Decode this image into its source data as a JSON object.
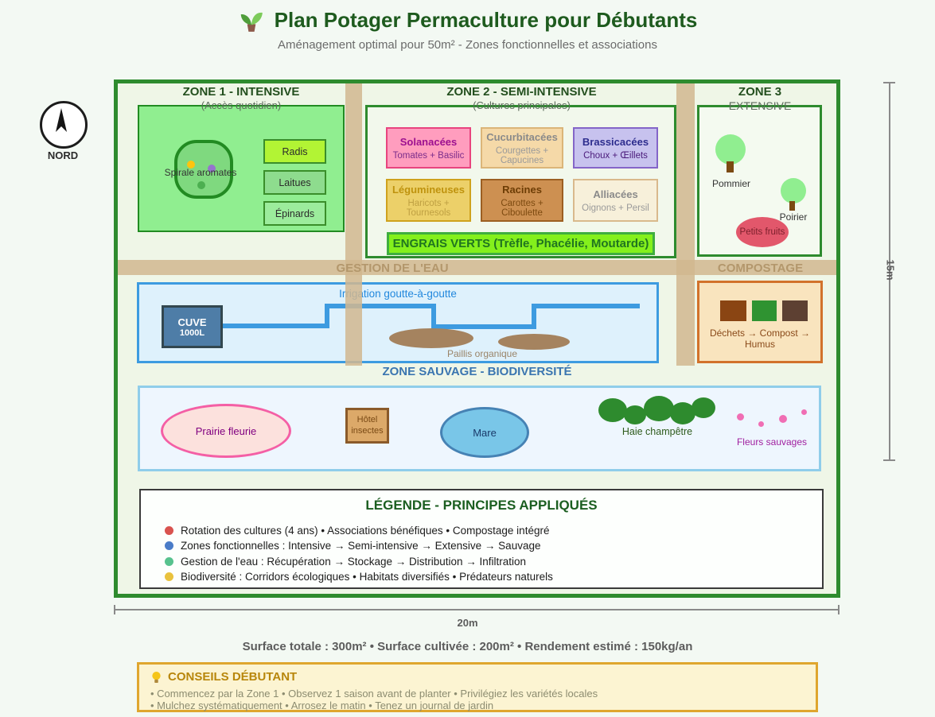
{
  "page": {
    "title": "Plan Potager Permaculture pour Débutants",
    "subtitle": "Aménagement optimal pour 50m² - Zones fonctionnelles et associations",
    "title_icon": "seedling-icon"
  },
  "compass": {
    "label": "NORD"
  },
  "zones": {
    "zone1": {
      "title": "ZONE 1 - INTENSIVE",
      "subtitle": "(Accès quotidien)",
      "spiral_label": "Spirale aromates",
      "beds": [
        "Radis",
        "Laitues",
        "Épinards"
      ]
    },
    "zone2": {
      "title": "ZONE 2 - SEMI-INTENSIVE",
      "subtitle": "(Cultures principales)",
      "cards": [
        {
          "name": "Solanacées",
          "pair": "Tomates + Basilic"
        },
        {
          "name": "Cucurbitacées",
          "pair": "Courgettes + Capucines"
        },
        {
          "name": "Brassicacées",
          "pair": "Choux + Œillets"
        },
        {
          "name": "Légumineuses",
          "pair": "Haricots + Tournesols"
        },
        {
          "name": "Racines",
          "pair": "Carottes + Ciboulette"
        },
        {
          "name": "Alliacées",
          "pair": "Oignons + Persil"
        }
      ],
      "green_manure": "ENGRAIS VERTS (Trèfle, Phacélie, Moutarde)"
    },
    "zone3": {
      "title": "ZONE 3",
      "subtitle": "EXTENSIVE",
      "tree1": "Pommier",
      "tree2": "Poirier",
      "fruits": "Petits fruits"
    }
  },
  "water": {
    "band_label": "GESTION DE L'EAU",
    "irrigation": "Irrigation goutte-à-goutte",
    "tank_line1": "CUVE",
    "tank_line2": "1000L",
    "mulch_label": "Paillis organique"
  },
  "compost": {
    "band_label": "COMPOSTAGE",
    "flow": "Déchets → Compost → Humus"
  },
  "wild": {
    "title": "ZONE SAUVAGE - BIODIVERSITÉ",
    "prairie": "Prairie fleurie",
    "hotel_line1": "Hôtel",
    "hotel_line2": "insectes",
    "mare": "Mare",
    "haie": "Haie champêtre",
    "fleurs": "Fleurs sauvages"
  },
  "legend": {
    "title": "LÉGENDE - PRINCIPES APPLIQUÉS",
    "items": [
      {
        "dot_color": "#d9534f",
        "text": "Rotation des cultures (4 ans) • Associations bénéfiques • Compostage intégré"
      },
      {
        "dot_color": "#4a7cc8",
        "text": "Zones fonctionnelles : Intensive → Semi-intensive → Extensive → Sauvage"
      },
      {
        "dot_color": "#57c28e",
        "text": "Gestion de l'eau : Récupération → Stockage → Distribution → Infiltration"
      },
      {
        "dot_color": "#e9c23d",
        "text": "Biodiversité : Corridors écologiques • Habitats diversifiés • Prédateurs naturels"
      }
    ]
  },
  "dimensions": {
    "width": "20m",
    "height": "15m"
  },
  "summary": "Surface totale : 300m² • Surface cultivée : 200m² • Rendement estimé : 150kg/an",
  "tips": {
    "icon": "lightbulb-icon",
    "title": "CONSEILS DÉBUTANT",
    "lines": [
      "• Commencez par la Zone 1 • Observez 1 saison avant de planter • Privilégiez les variétés locales",
      "• Mulchez systématiquement • Arrosez le matin • Tenez un journal de jardin"
    ]
  },
  "colors": {
    "page_bg": "#f3f9f3",
    "plan_border": "#2e8b2e",
    "path_tan": "#d1b78f",
    "zone1_fill": "#90ee90",
    "radis_fill": "#b2f434",
    "water_fill": "#def1fc",
    "water_border": "#3d9be0",
    "tank_fill": "#4e7da7",
    "compost_fill": "#f9e4be",
    "compost_border": "#d2722b",
    "wild_fill": "#eef6fe",
    "wild_border": "#90cdea",
    "solanacees_fill": "#ff9dbe",
    "cucurbitacees_fill": "#f5d9a8",
    "brassicacees_fill": "#c7c2ee",
    "legumineuses_fill": "#ecd069",
    "racines_fill": "#cd9051",
    "alliacees_fill": "#f7f0da",
    "engrais_fill": "#84f01c",
    "prairie_border": "#f45fa5",
    "tips_fill": "#fcf4d2",
    "tips_border": "#dfa62e"
  }
}
